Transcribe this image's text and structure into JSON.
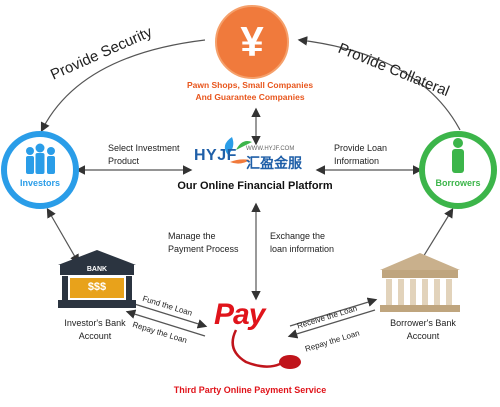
{
  "diagram": {
    "top": {
      "icon_symbol": "¥",
      "icon": "yen-icon",
      "line1": "Pawn Shops, Small Companies",
      "line2": "And Guarantee Companies",
      "color": "#f07a3c"
    },
    "left_arc_label": "Provide Security",
    "right_arc_label": "Provide Collateral",
    "investors": {
      "label": "Investors",
      "icon": "people-group-icon",
      "color": "#2a9de8"
    },
    "borrowers": {
      "label": "Borrowers",
      "icon": "person-icon",
      "color": "#3cb54a"
    },
    "platform": {
      "logo_text": "HYJF",
      "url": "WWW.HYJF.COM",
      "chinese": "汇盈金服",
      "title": "Our Online Financial Platform"
    },
    "select_investment": {
      "line1": "Select Investment",
      "line2": "Product"
    },
    "provide_loan_info": {
      "line1": "Provide Loan",
      "line2": "Information"
    },
    "manage_payment": {
      "line1": "Manage the",
      "line2": "Payment Process"
    },
    "exchange_loan": {
      "line1": "Exchange the",
      "line2": "loan information"
    },
    "investor_bank": {
      "bank_word": "BANK",
      "sign": "$$$",
      "line1": "Investor's Bank",
      "line2": "Account"
    },
    "borrower_bank": {
      "line1": "Borrower's Bank",
      "line2": "Account"
    },
    "fund_the_loan": "Fund the Loan",
    "repay_the_loan_left": "Repay the Loan",
    "receive_the_loan": "Receive the Loan",
    "repay_the_loan_right": "Repay the Loan",
    "pay_logo": "Pay",
    "third_party": "Third Party Online Payment Service",
    "colors": {
      "accent_orange": "#e8561d",
      "pay_red": "#e0141b",
      "investor_blue": "#2a9de8",
      "borrower_green": "#3cb54a"
    }
  }
}
